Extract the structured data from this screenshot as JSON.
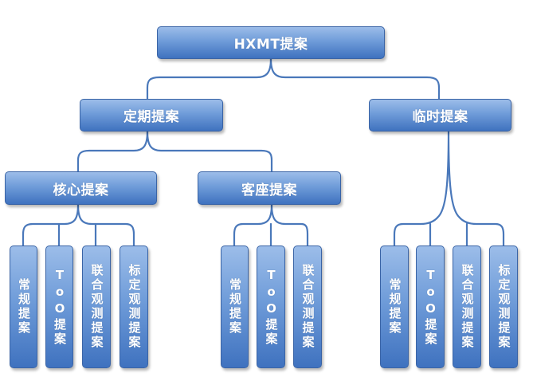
{
  "diagram": {
    "root": "HXMT提案",
    "regular": "定期提案",
    "temporary": "临时提案",
    "core": "核心提案",
    "guest": "客座提案",
    "leaf_labels": {
      "routine": "常规提案",
      "too": "ToO提案",
      "joint": "联合观测提案",
      "calibration": "标定观测提案"
    }
  }
}
